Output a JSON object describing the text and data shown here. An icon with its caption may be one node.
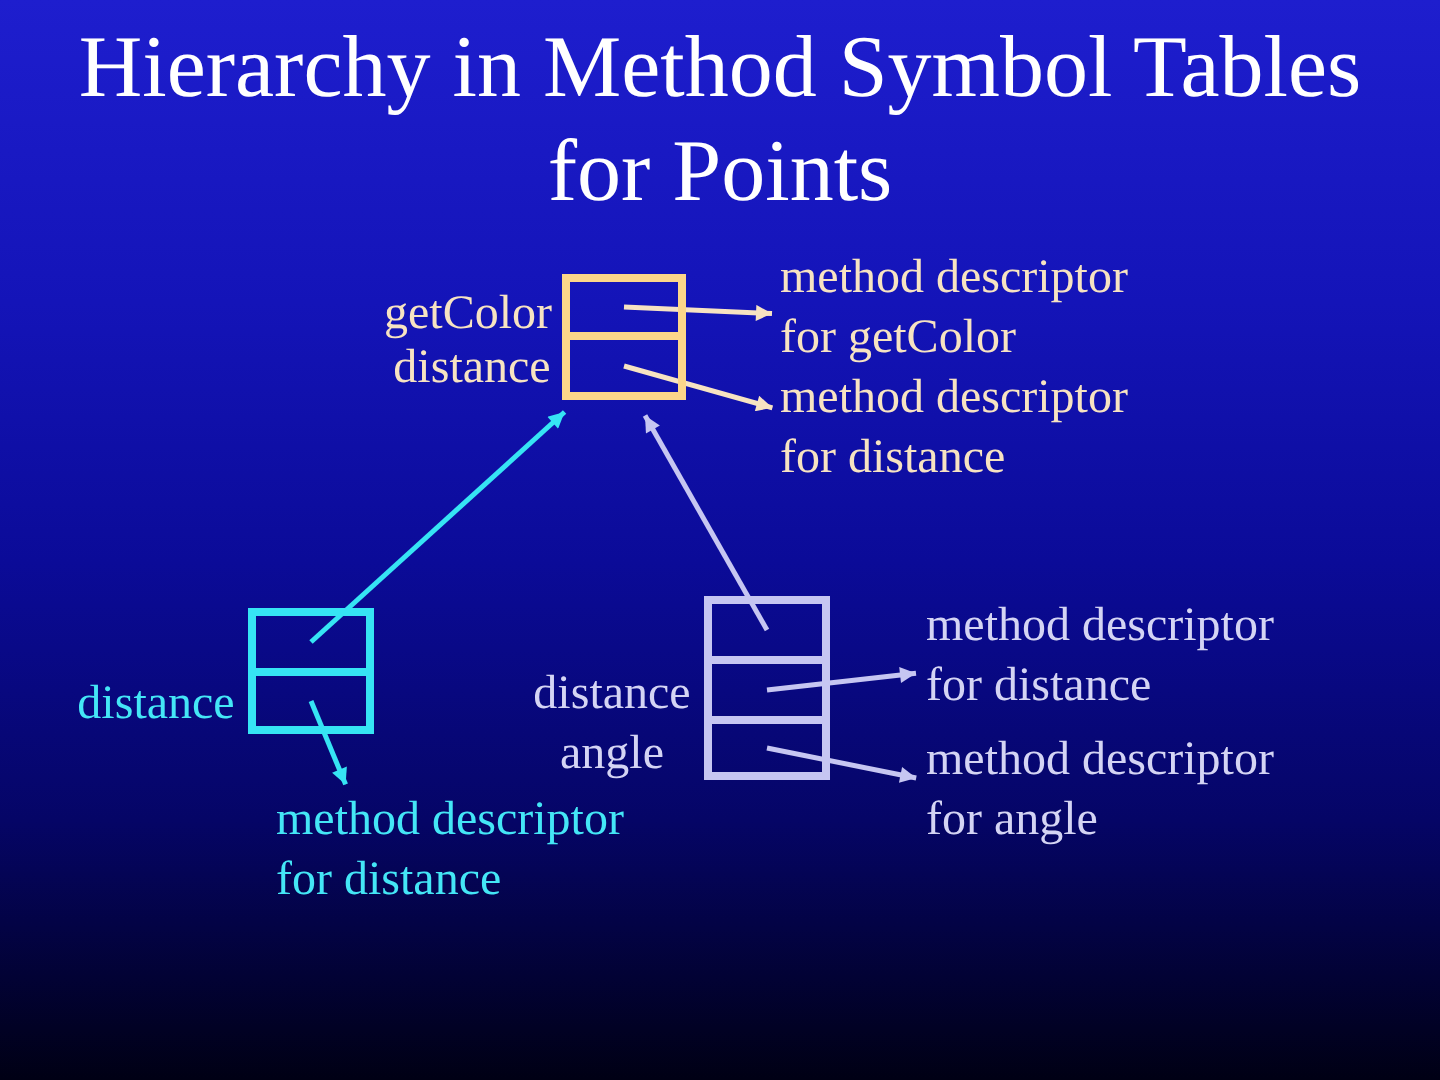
{
  "diagram": {
    "title": "Hierarchy in Method Symbol Tables for Points",
    "nodes": [
      {
        "text": [],
        "shape": "box",
        "beside": [
          "getColor",
          "distance"
        ]
      },
      {
        "text": [
          "method descriptor for getColor"
        ]
      },
      {
        "text": [
          "method descriptor for distance"
        ]
      },
      {
        "text": [],
        "shape": "box",
        "beside": [
          "distance"
        ]
      },
      {
        "text": [],
        "shape": "box",
        "beside": [
          "distance",
          "angle"
        ]
      },
      {
        "text": [
          "method descriptor for distance"
        ]
      },
      {
        "text": [
          "method descriptor for angle"
        ]
      },
      {
        "text": [
          "method descriptor for distance"
        ]
      }
    ],
    "edges": [
      {
        "from": 0,
        "to": 1,
        "arrow": "to",
        "color": "#f7e3c2"
      },
      {
        "from": 0,
        "to": 2,
        "arrow": "to",
        "color": "#f7e3c2"
      },
      {
        "from": 3,
        "to": 0,
        "arrow": "to",
        "color": "#36e4f4"
      },
      {
        "from": 3,
        "to": 7,
        "arrow": "to",
        "color": "#36e4f4"
      },
      {
        "from": 4,
        "to": 0,
        "arrow": "to"
      },
      {
        "from": 4,
        "to": 5,
        "arrow": "to"
      },
      {
        "from": 4,
        "to": 6,
        "arrow": "to"
      }
    ]
  }
}
